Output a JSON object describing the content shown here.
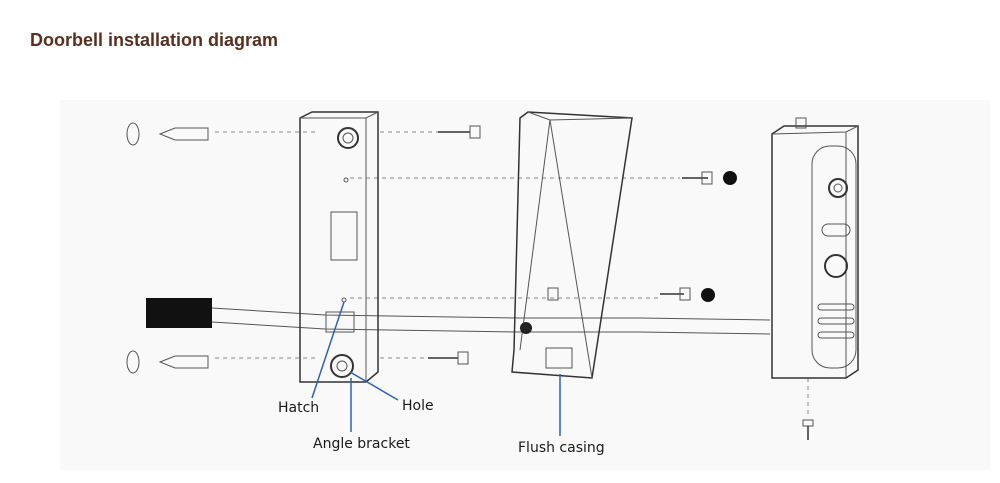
{
  "title": "Doorbell installation diagram",
  "labels": {
    "hatch": "Hatch",
    "hole": "Hole",
    "angle_bracket": "Angle bracket",
    "flush_casing": "Flush casing"
  },
  "colors": {
    "title": "#5a2f1e",
    "leader": "#2a62b8",
    "line": "#333333"
  }
}
